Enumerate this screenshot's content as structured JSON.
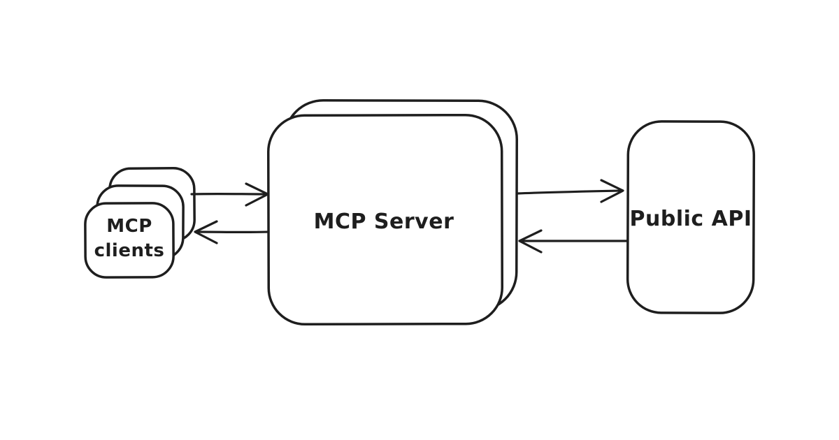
{
  "diagram": {
    "title": "MCP architecture diagram",
    "style": "hand-drawn whiteboard (excalidraw-like)",
    "colors": {
      "background": "#ffffff",
      "stroke": "#1e1e1e",
      "fill": "#ffffff"
    },
    "nodes": [
      {
        "id": "mcp-clients",
        "label": "MCP clients",
        "label_line1": "MCP",
        "label_line2": "clients",
        "shape": "rounded-rectangle",
        "stack_count": 3,
        "position": "left"
      },
      {
        "id": "mcp-server",
        "label": "MCP Server",
        "shape": "rounded-rectangle",
        "stack_count": 2,
        "position": "center"
      },
      {
        "id": "public-api",
        "label": "Public API",
        "shape": "rounded-rectangle",
        "stack_count": 1,
        "position": "right"
      }
    ],
    "edges": [
      {
        "from": "mcp-clients",
        "to": "mcp-server",
        "arrow": "right"
      },
      {
        "from": "mcp-server",
        "to": "mcp-clients",
        "arrow": "left"
      },
      {
        "from": "mcp-server",
        "to": "public-api",
        "arrow": "right"
      },
      {
        "from": "public-api",
        "to": "mcp-server",
        "arrow": "left"
      }
    ]
  }
}
